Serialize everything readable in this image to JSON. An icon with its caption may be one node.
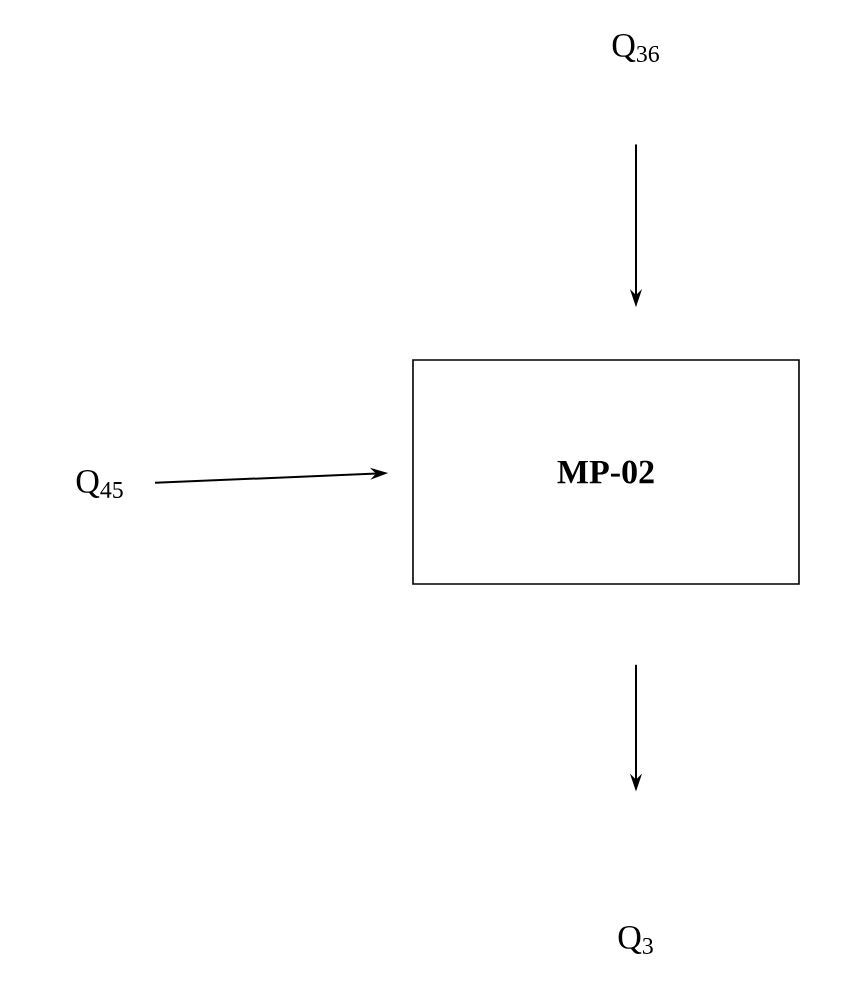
{
  "diagram": {
    "nodes": [
      {
        "text": [
          "Q$_{36}$"
        ]
      },
      {
        "text": [
          "Q$_{45}$"
        ]
      },
      {
        "text": [
          "MP-02"
        ]
      },
      {
        "text": [
          "Q$_{3}$"
        ]
      }
    ],
    "edges": [
      {
        "from": 0,
        "to": 2,
        "arrow": "to"
      },
      {
        "from": 1,
        "to": 2,
        "arrow": "to"
      },
      {
        "from": 2,
        "to": 3,
        "arrow": "to"
      }
    ]
  }
}
